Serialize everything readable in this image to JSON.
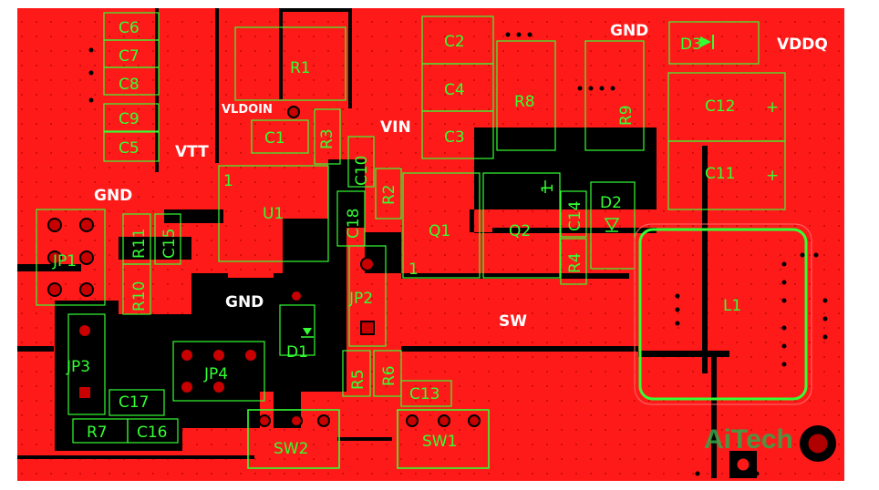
{
  "board": {
    "colors": {
      "copper": "#ff1a1a",
      "clearance": "#000000",
      "silkscreen": "#33ff33",
      "net_label": "#ffffff",
      "pad": "#c80000"
    },
    "components": {
      "c6": "C6",
      "c7": "C7",
      "c8": "C8",
      "c9": "C9",
      "c5": "C5",
      "c1": "C1",
      "r1": "R1",
      "r3": "R3",
      "c10": "C10",
      "r2": "R2",
      "c18": "C18",
      "u1": "U1",
      "u1_pin1": "1",
      "r11": "R11",
      "c15": "C15",
      "r10": "R10",
      "jp1": "JP1",
      "jp2": "JP2",
      "jp3": "JP3",
      "jp4": "JP4",
      "c2": "C2",
      "c4": "C4",
      "c3": "C3",
      "r8": "R8",
      "r9": "R9",
      "d3": "D3",
      "c12": "C12",
      "c11": "C11",
      "c12_plus": "+",
      "c11_plus": "+",
      "q1": "Q1",
      "q1_pin1": "1",
      "q2": "Q2",
      "q2_pin1": "1",
      "c14": "C14",
      "r4": "R4",
      "d2": "D2",
      "l1": "L1",
      "d1": "D1",
      "r5": "R5",
      "r6": "R6",
      "c13": "C13",
      "c17": "C17",
      "r7": "R7",
      "c16": "C16",
      "sw1": "SW1",
      "sw2": "SW2"
    },
    "nets": {
      "vldoin": "VLDOIN",
      "vtt": "VTT",
      "vin": "VIN",
      "gnd_top": "GND",
      "gnd_left": "GND",
      "gnd_mid": "GND",
      "vddq": "VDDQ",
      "sw": "SW"
    },
    "watermark": {
      "text": "AiTech"
    }
  }
}
